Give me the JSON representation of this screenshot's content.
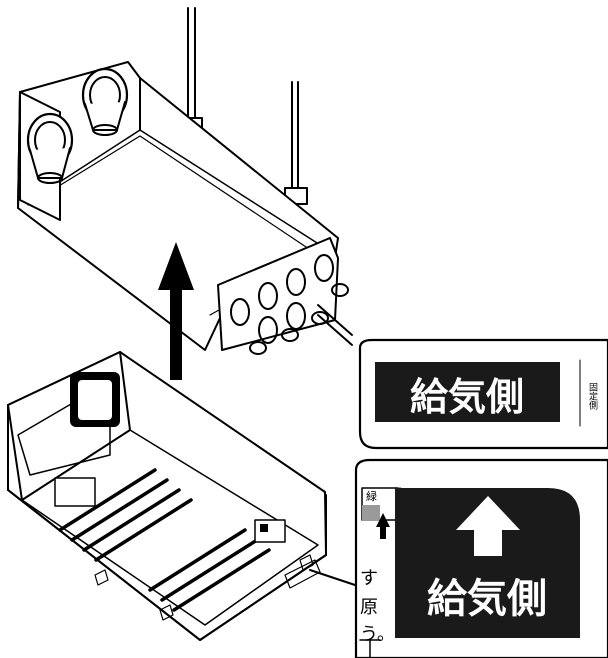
{
  "callout_top": {
    "label": "給気側",
    "side_text": "固定側"
  },
  "callout_bottom": {
    "label": "給気側",
    "tab_text": "緑",
    "partial_text_1": "す",
    "partial_text_2": "原",
    "partial_text_3": "う。"
  },
  "colors": {
    "line": "#000000",
    "label_bg": "#1a1a1a",
    "label_text": "#ffffff",
    "paper": "#ffffff"
  },
  "icons": [
    "arrow-up-icon",
    "arrow-up-icon"
  ]
}
